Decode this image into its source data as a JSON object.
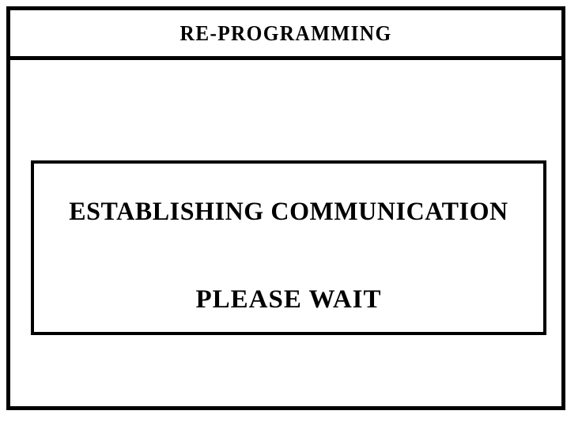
{
  "screen": {
    "device_label": "re-programming-status-screen",
    "background_color": "#ffffff",
    "foreground_color": "#000000",
    "border_color": "#000000"
  },
  "title_bar": {
    "title": "RE-PROGRAMMING"
  },
  "message_panel": {
    "primary_message": "ESTABLISHING COMMUNICATION",
    "secondary_message": "PLEASE WAIT"
  }
}
